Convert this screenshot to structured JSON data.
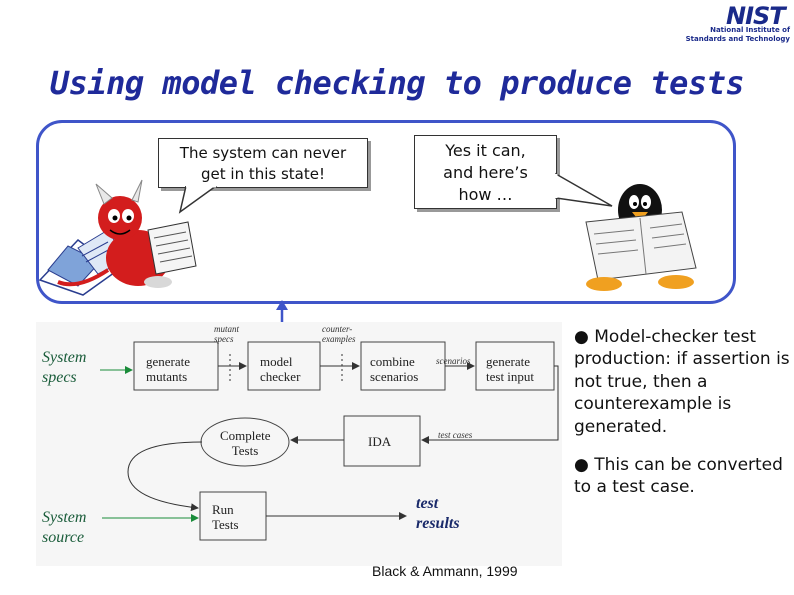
{
  "logo": {
    "mark": "NIST",
    "line1": "National Institute of",
    "line2": "Standards and Technology"
  },
  "title": "Using model checking to produce tests",
  "bubbles": {
    "left": [
      "The system can never",
      "get in this state!"
    ],
    "right": [
      "Yes it can,",
      "and here’s",
      "how …"
    ]
  },
  "diagram": {
    "specs": [
      "System",
      "specs"
    ],
    "source": [
      "System",
      "source"
    ],
    "generate_mutants": [
      "generate",
      "mutants"
    ],
    "model_checker": [
      "model",
      "checker"
    ],
    "combine_scenarios": [
      "combine",
      "scenarios"
    ],
    "generate_test_input": [
      "generate",
      "test input"
    ],
    "complete_tests": [
      "Complete",
      "Tests"
    ],
    "ida": "IDA",
    "run_tests": [
      "Run",
      "Tests"
    ],
    "test_results": [
      "test",
      "results"
    ],
    "mutant_specs": [
      "mutant",
      "specs"
    ],
    "counterexamples": [
      "counter-",
      "examples"
    ],
    "scenarios": "scenarios",
    "test_cases": "test cases"
  },
  "bullets": [
    "Model-checker test production: if assertion is not true, then a counterexample is generated.",
    "This can be converted to a test case."
  ],
  "credit": "Black & Ammann, 1999",
  "colors": {
    "title": "#1f2a9a",
    "frame": "#3f55c9",
    "spec_text": "#1a5c3a"
  }
}
